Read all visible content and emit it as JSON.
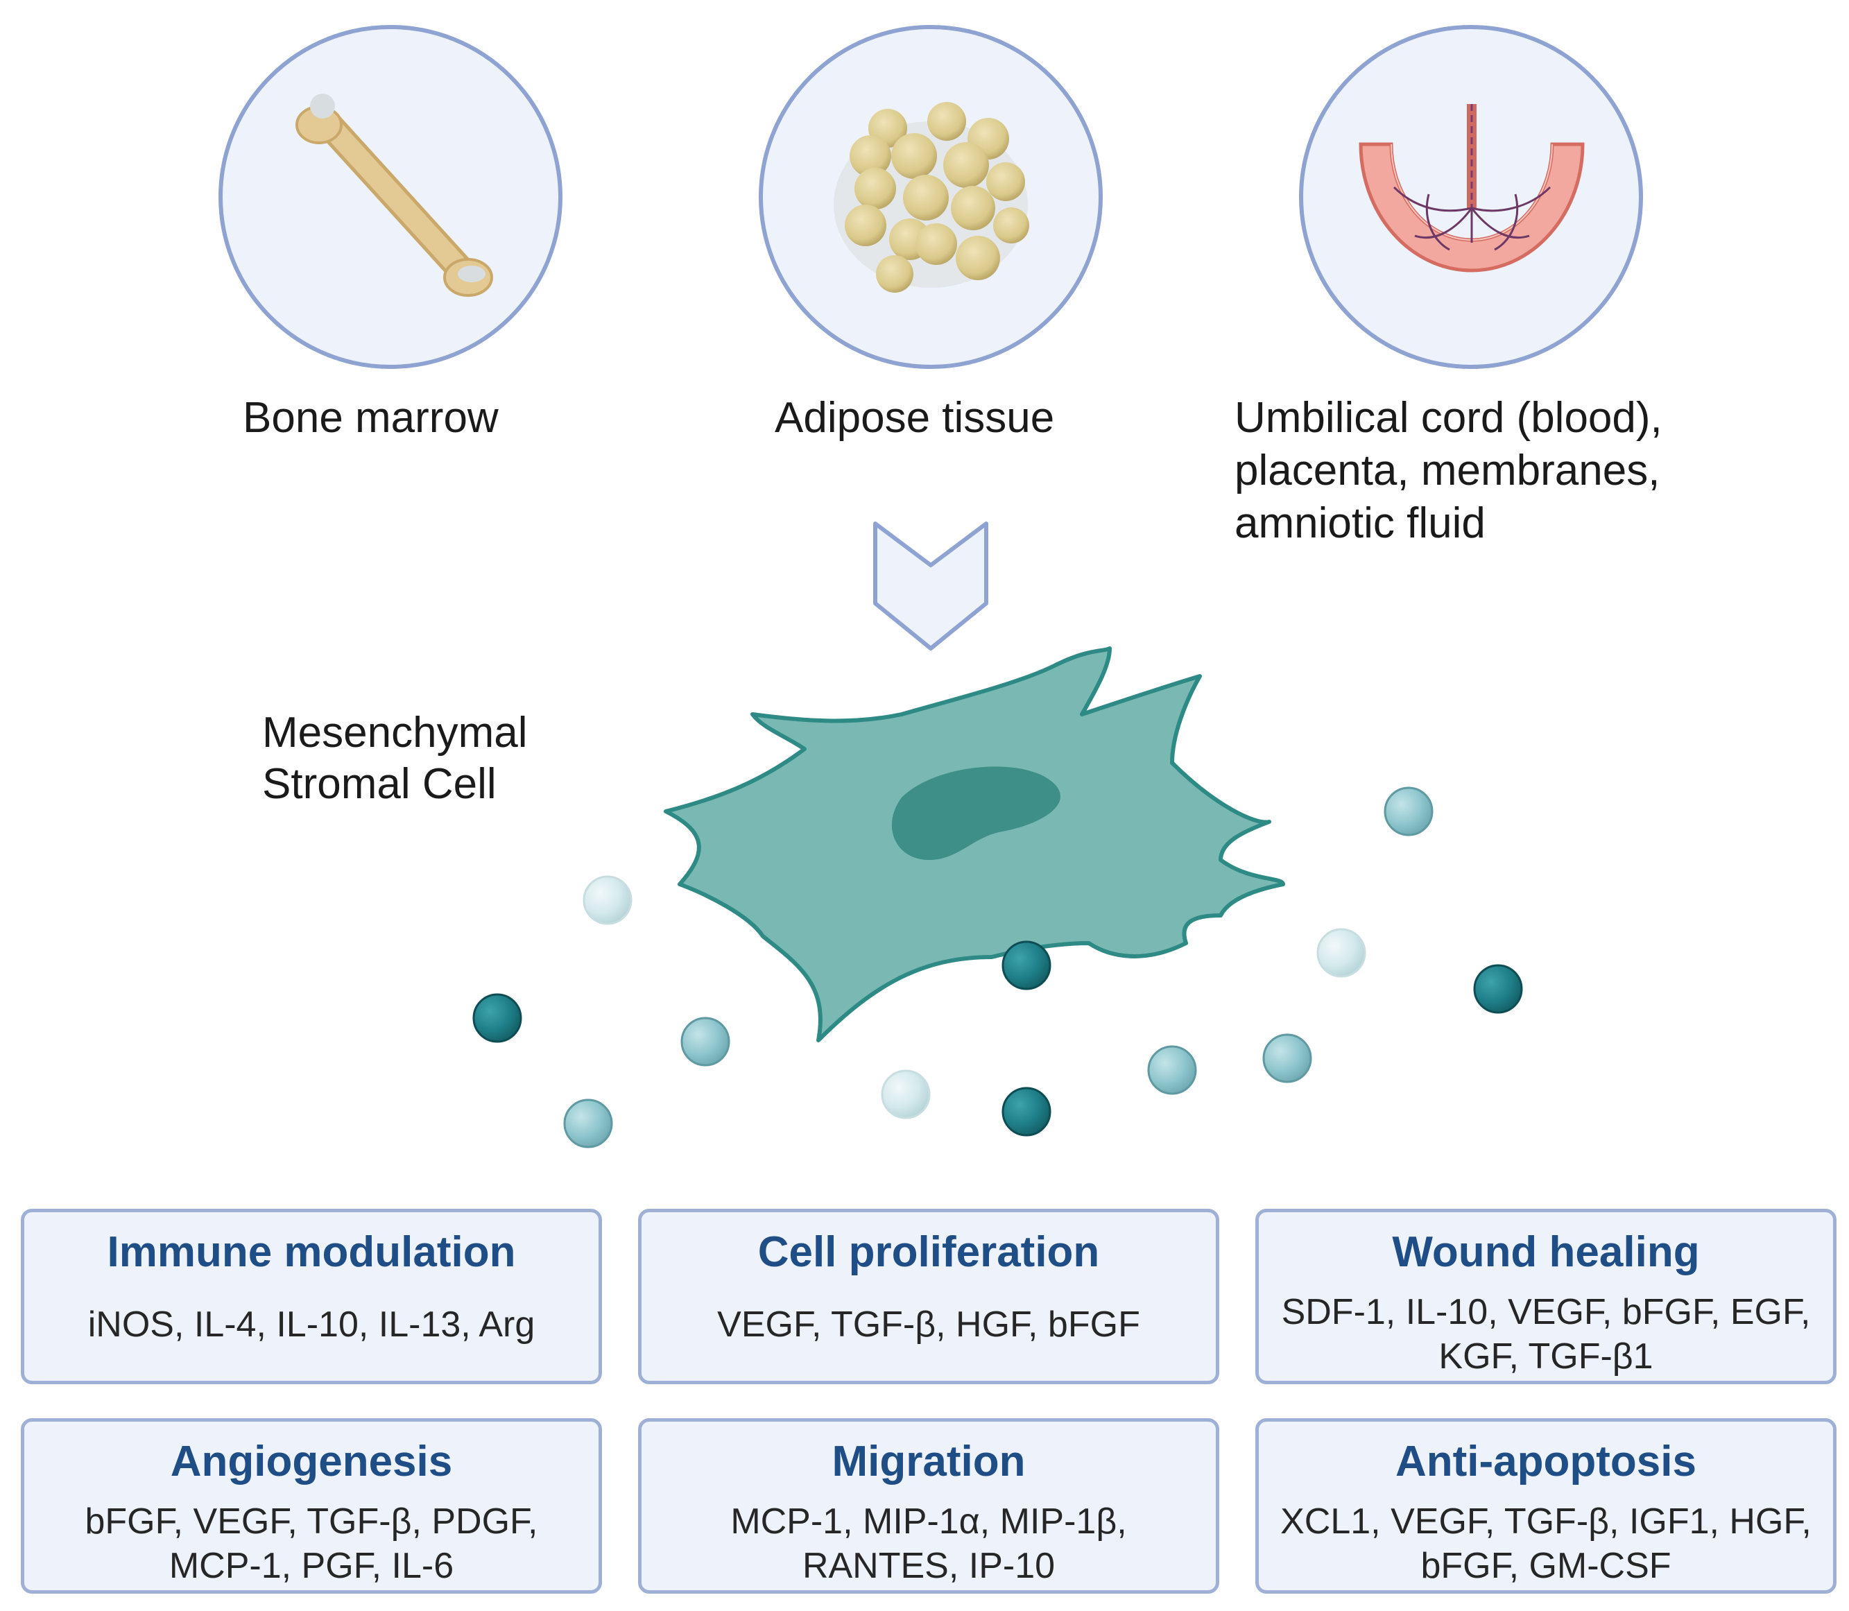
{
  "sources": [
    {
      "id": "bone",
      "label": "Bone marrow",
      "icon": "bone-icon"
    },
    {
      "id": "adipose",
      "label": "Adipose tissue",
      "icon": "adipose-cells-icon"
    },
    {
      "id": "umbilical",
      "label_lines": [
        "Umbilical cord (blood),",
        "placenta, membranes,",
        "amniotic fluid"
      ],
      "icon": "placenta-icon"
    }
  ],
  "cell": {
    "label_lines": [
      "Mesenchymal",
      "Stromal Cell"
    ]
  },
  "boxes": [
    {
      "title": "Immune modulation",
      "lines": [
        "iNOS, IL-4, IL-10, IL-13, Arg"
      ]
    },
    {
      "title": "Cell proliferation",
      "lines": [
        "VEGF, TGF-β, HGF, bFGF"
      ]
    },
    {
      "title": "Wound healing",
      "lines": [
        "SDF-1, IL-10, VEGF, bFGF, EGF,",
        "KGF, TGF-β1"
      ]
    },
    {
      "title": "Angiogenesis",
      "lines": [
        "bFGF, VEGF, TGF-β, PDGF,",
        "MCP-1, PGF, IL-6"
      ]
    },
    {
      "title": "Migration",
      "lines": [
        "MCP-1, MIP-1α, MIP-1β,",
        "RANTES, IP-10"
      ]
    },
    {
      "title": "Anti-apoptosis",
      "lines": [
        "XCL1, VEGF, TGF-β, IGF1, HGF,",
        "bFGF, GM-CSF"
      ]
    }
  ],
  "colors": {
    "circle_border": "#8fa3d2",
    "circle_fill": "#eef3fb",
    "cell_fill": "#7ab8b3",
    "cell_stroke": "#2e8a84",
    "nucleus": "#3e8f88",
    "box_title": "#1f4e86",
    "box_border": "#9fb0d6",
    "box_fill": "#eef3fb"
  }
}
